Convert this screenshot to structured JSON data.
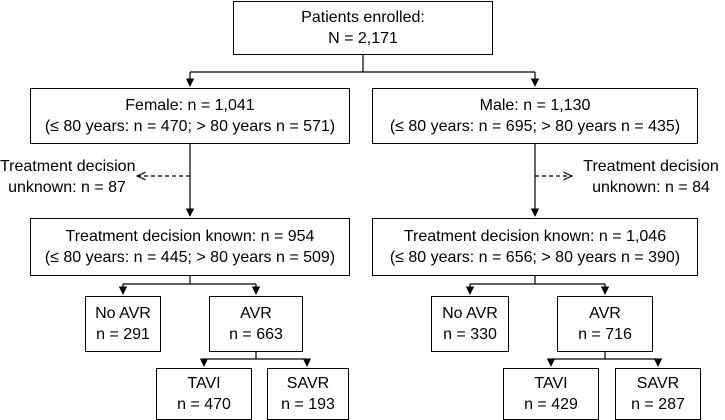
{
  "enrolled": {
    "line1": "Patients enrolled:",
    "line2": "N = 2,171"
  },
  "female": {
    "total": {
      "line1": "Female: n = 1,041",
      "line2": "(≤ 80 years: n = 470; > 80 years n = 571)"
    },
    "unknown": {
      "line1": "Treatment decision",
      "line2": "unknown: n = 87"
    },
    "known": {
      "line1": "Treatment decision known: n = 954",
      "line2": "(≤ 80 years: n = 445; > 80 years n = 509)"
    },
    "no_avr": {
      "line1": "No AVR",
      "line2": "n = 291"
    },
    "avr": {
      "line1": "AVR",
      "line2": "n = 663"
    },
    "tavi": {
      "line1": "TAVI",
      "line2": "n = 470"
    },
    "savr": {
      "line1": "SAVR",
      "line2": "n = 193"
    }
  },
  "male": {
    "total": {
      "line1": "Male: n = 1,130",
      "line2": "(≤ 80 years: n = 695; > 80 years n = 435)"
    },
    "unknown": {
      "line1": "Treatment decision",
      "line2": "unknown: n = 84"
    },
    "known": {
      "line1": "Treatment decision known: n = 1,046",
      "line2": "(≤ 80 years: n = 656; > 80 years n = 390)"
    },
    "no_avr": {
      "line1": "No AVR",
      "line2": "n = 330"
    },
    "avr": {
      "line1": "AVR",
      "line2": "n = 716"
    },
    "tavi": {
      "line1": "TAVI",
      "line2": "n = 429"
    },
    "savr": {
      "line1": "SAVR",
      "line2": "n = 287"
    }
  }
}
